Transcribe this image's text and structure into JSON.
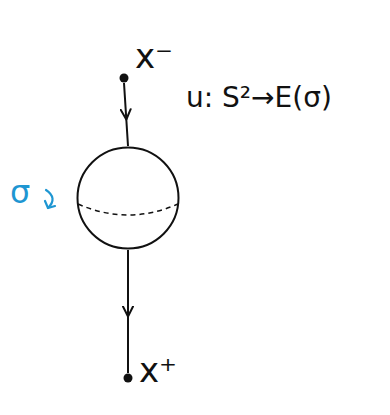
{
  "diagram": {
    "nodes": [
      {
        "text": [
          "x⁻"
        ]
      },
      {
        "text": [
          "u: S²→E(σ)"
        ]
      },
      {
        "text": [
          "x⁺"
        ]
      }
    ],
    "edges": [
      {
        "from": 0,
        "to": 1,
        "arrow": "to"
      },
      {
        "from": 1,
        "to": 2,
        "arrow": "to"
      }
    ],
    "labels": [
      "σ"
    ]
  }
}
